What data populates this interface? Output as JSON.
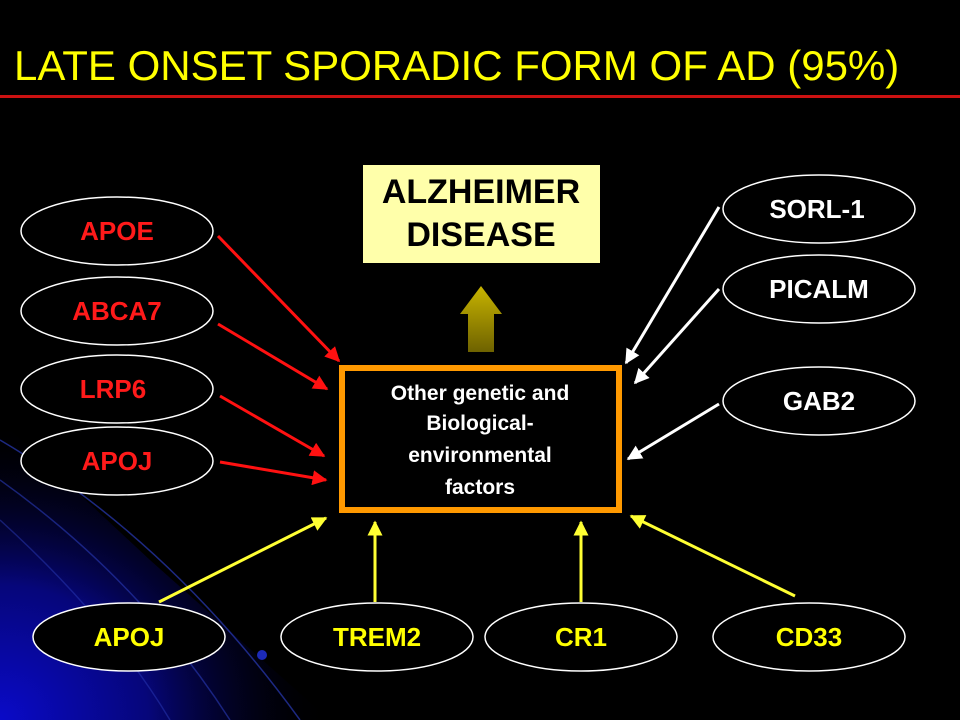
{
  "slide": {
    "title": "LATE ONSET SPORADIC FORM OF AD (95%)",
    "colors": {
      "background": "#000000",
      "title": "#ffff00",
      "title_rule": "#cc1111",
      "red_gene_text": "#ff1a1a",
      "white_gene_text": "#ffffff",
      "yellow_gene_text": "#ffff00",
      "red_arrow": "#ff1111",
      "white_arrow": "#ffffff",
      "yellow_arrow": "#ffff33",
      "center_border": "#ff9900",
      "disease_box_fill": "#ffffaa",
      "up_arrow": "#b5a000"
    }
  },
  "diagram": {
    "outcome": {
      "lines": [
        "ALZHEIMER",
        "DISEASE"
      ]
    },
    "center": {
      "lines": [
        "Other genetic and",
        "Biological-",
        "environmental",
        "factors"
      ]
    },
    "left_genes": [
      {
        "label": "APOE"
      },
      {
        "label": "ABCA7"
      },
      {
        "label": "LRP6"
      },
      {
        "label": "APOJ"
      }
    ],
    "right_genes": [
      {
        "label": "SORL-1"
      },
      {
        "label": "PICALM"
      },
      {
        "label": "GAB2"
      }
    ],
    "bottom_genes": [
      {
        "label": "APOJ"
      },
      {
        "label": "TREM2"
      },
      {
        "label": "CR1"
      },
      {
        "label": "CD33"
      }
    ],
    "edges": [
      {
        "from": "APOE",
        "to": "center"
      },
      {
        "from": "ABCA7",
        "to": "center"
      },
      {
        "from": "LRP6",
        "to": "center"
      },
      {
        "from": "APOJ",
        "to": "center"
      },
      {
        "from": "SORL-1",
        "to": "center"
      },
      {
        "from": "PICALM",
        "to": "center"
      },
      {
        "from": "GAB2",
        "to": "center"
      },
      {
        "from": "APOJ",
        "to": "center"
      },
      {
        "from": "TREM2",
        "to": "center"
      },
      {
        "from": "CR1",
        "to": "center"
      },
      {
        "from": "CD33",
        "to": "center"
      },
      {
        "from": "center",
        "to": "ALZHEIMER DISEASE"
      }
    ]
  }
}
